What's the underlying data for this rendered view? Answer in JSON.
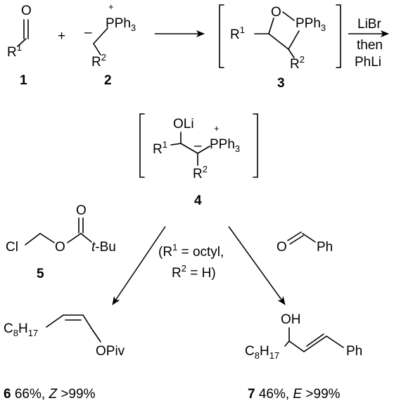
{
  "compounds": {
    "c1": {
      "number": "1",
      "R": "R",
      "R_sup": "1",
      "O": "O"
    },
    "c2": {
      "number": "2",
      "minus": "–",
      "plus": "+",
      "P": "PPh",
      "P_sub": "3",
      "R": "R",
      "R_sup": "2"
    },
    "c3": {
      "number": "3",
      "O": "O",
      "P": "PPh",
      "P_sub": "3",
      "R1": "R",
      "R1_sup": "1",
      "R2": "R",
      "R2_sup": "2"
    },
    "c4": {
      "number": "4",
      "OLi": "OLi",
      "R1": "R",
      "R1_sup": "1",
      "minus": "–",
      "plus": "+",
      "P": "PPh",
      "P_sub": "3",
      "R2": "R",
      "R2_sup": "2"
    },
    "c5": {
      "number": "5",
      "Cl": "Cl",
      "O_ester": "O",
      "O_carbonyl": "O",
      "tBu": "t",
      "tBu_rest": "-Bu"
    },
    "benzaldehyde": {
      "O": "O",
      "Ph": "Ph"
    },
    "c6": {
      "C": "C",
      "C_sub": "8",
      "H": "H",
      "H_sub": "17",
      "OPiv": "OPiv"
    },
    "c7": {
      "OH": "OH",
      "C": "C",
      "C_sub": "8",
      "H": "H",
      "H_sub": "17",
      "Ph": "Ph"
    }
  },
  "plus_sign": "+",
  "reagents": {
    "line1": "LiBr",
    "line2": "then",
    "line3": "PhLi"
  },
  "condition": {
    "line1_open": "(R",
    "line1_sup": "1",
    "line1_rest": " = octyl,",
    "line2_R": "R",
    "line2_sup": "2",
    "line2_rest": " = H)"
  },
  "yields": {
    "p6": {
      "number": "6",
      "yield": " 66%, ",
      "stereo": "Z",
      "sel": " >99%"
    },
    "p7": {
      "number": "7",
      "yield": " 46%, ",
      "stereo": "E",
      "sel": " >99%"
    }
  }
}
